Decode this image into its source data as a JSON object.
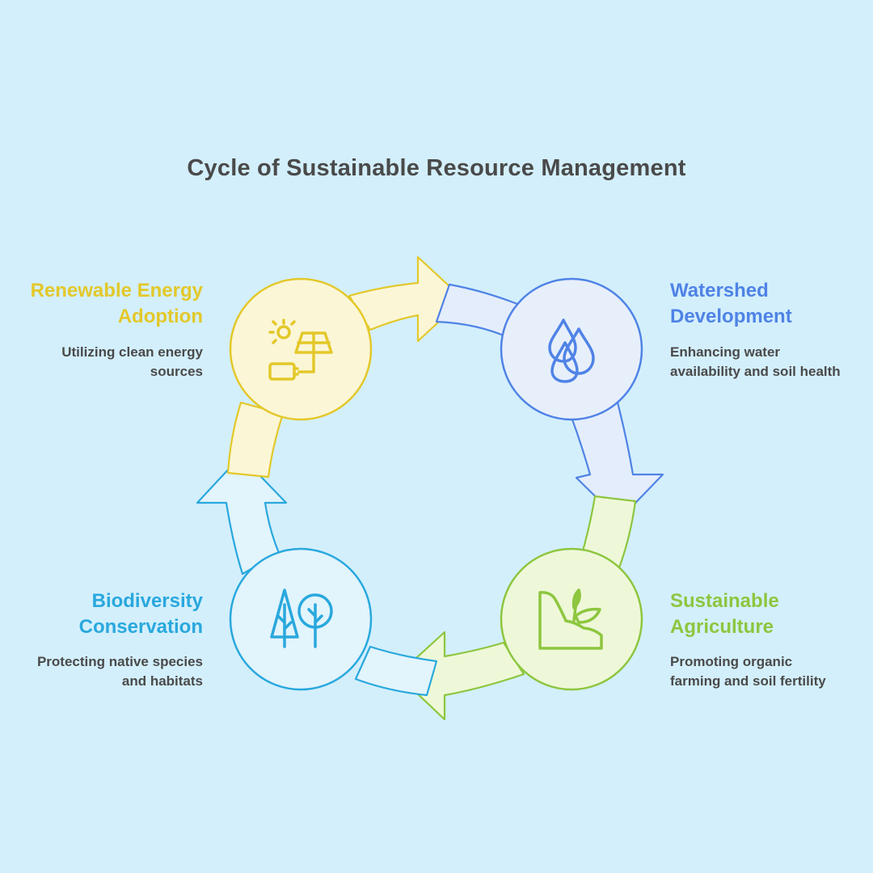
{
  "title": "Cycle of Sustainable Resource Management",
  "colors": {
    "background": "#d3effc",
    "renewable": "#e3c82a",
    "watershed": "#4f83e6",
    "agriculture": "#8dc63f",
    "biodiversity": "#29a8dd",
    "text": "#4a4a4a"
  },
  "stages": [
    {
      "id": "renewable-energy",
      "title_line1": "Renewable Energy",
      "title_line2": "Adoption",
      "desc_line1": "Utilizing clean energy",
      "desc_line2": "sources",
      "icon": "solar-panel-battery-icon"
    },
    {
      "id": "watershed",
      "title_line1": "Watershed",
      "title_line2": "Development",
      "desc_line1": "Enhancing water",
      "desc_line2": "availability and soil health",
      "icon": "water-drops-icon"
    },
    {
      "id": "agriculture",
      "title_line1": "Sustainable",
      "title_line2": "Agriculture",
      "desc_line1": "Promoting organic",
      "desc_line2": "farming and soil fertility",
      "icon": "plant-soil-icon"
    },
    {
      "id": "biodiversity",
      "title_line1": "Biodiversity",
      "title_line2": "Conservation",
      "desc_line1": "Protecting native species",
      "desc_line2": "and habitats",
      "icon": "trees-icon"
    }
  ]
}
